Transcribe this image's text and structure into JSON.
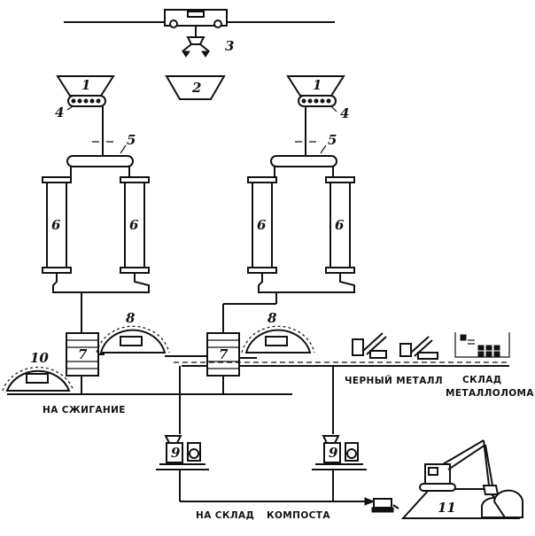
{
  "labels": {
    "crane": "3",
    "hopper_left": "1",
    "hopper_center": "2",
    "hopper_right": "1",
    "feeder_left": "4",
    "feeder_right": "4",
    "conveyor_left": "5",
    "conveyor_right": "5",
    "drum_1": "6",
    "drum_2": "6",
    "drum_3": "6",
    "drum_4": "6",
    "screen_left": "7",
    "screen_right": "7",
    "separator_left": "8",
    "separator_right": "8",
    "crusher_left": "9",
    "crusher_right": "9",
    "burner": "10",
    "compost_pile": "11"
  },
  "captions": {
    "to_burning": "НА СЖИГАНИЕ",
    "ferrous_metal": "ЧЕРНЫЙ МЕТАЛЛ",
    "scrap_line1": "СКЛАД",
    "scrap_line2": "МЕТАЛЛОЛОМА",
    "to_compost_a": "НА СКЛАД",
    "to_compost_b": "КОМПОСТА"
  }
}
